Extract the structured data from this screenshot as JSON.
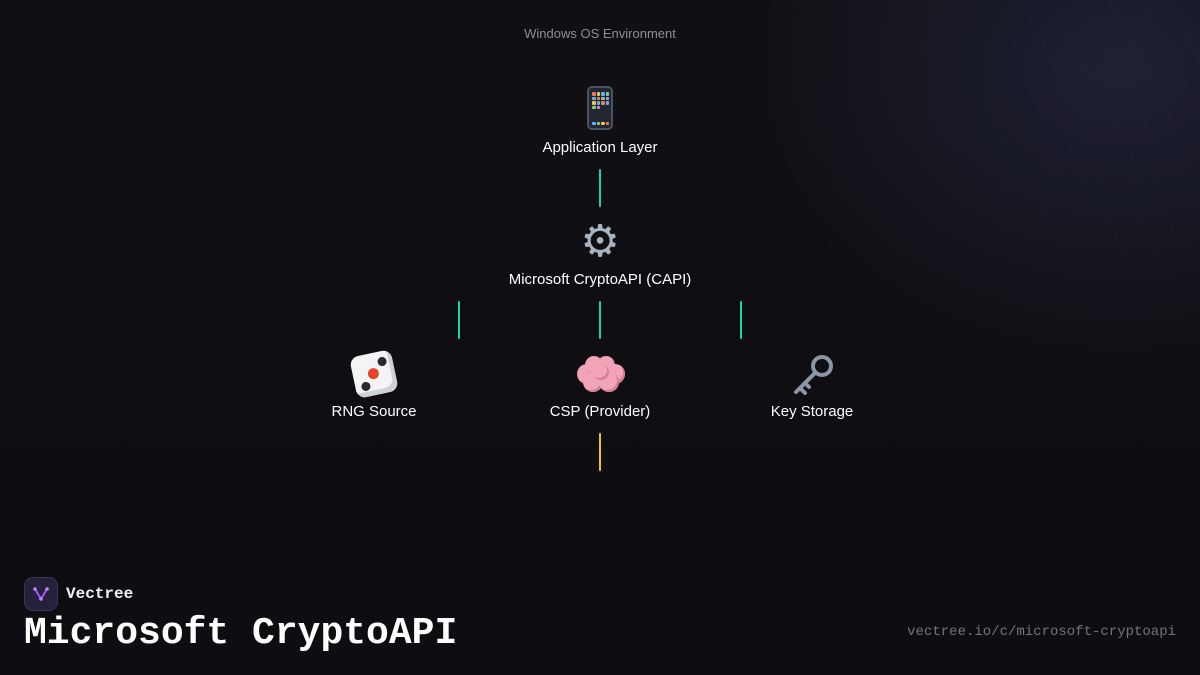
{
  "diagram": {
    "environment_label": "Windows OS Environment",
    "nodes": {
      "application": {
        "label": "Application Layer",
        "icon": "mobile-phone-icon"
      },
      "capi": {
        "label": "Microsoft CryptoAPI (CAPI)",
        "icon": "gear-icon"
      },
      "rng": {
        "label": "RNG Source",
        "icon": "dice-icon"
      },
      "csp": {
        "label": "CSP (Provider)",
        "icon": "brain-icon"
      },
      "key_storage": {
        "label": "Key Storage",
        "icon": "key-icon"
      }
    },
    "connectors": [
      {
        "from": "Application Layer",
        "to": "Microsoft CryptoAPI (CAPI)",
        "color": "#19d4b4"
      },
      {
        "from": "Microsoft CryptoAPI (CAPI)",
        "to": "RNG Source",
        "color": "#19d4b4"
      },
      {
        "from": "Microsoft CryptoAPI (CAPI)",
        "to": "CSP (Provider)",
        "color": "#19d4b4"
      },
      {
        "from": "Microsoft CryptoAPI (CAPI)",
        "to": "Key Storage",
        "color": "#19d4b4"
      },
      {
        "from": "CSP (Provider)",
        "to": "",
        "color": "#f5c31b"
      }
    ]
  },
  "footer": {
    "brand_name": "Vectree",
    "brand_icon": "vectree-logo-icon",
    "title": "Microsoft CryptoAPI",
    "url": "vectree.io/c/microsoft-cryptoapi"
  },
  "colors": {
    "background": "#0f0e13",
    "accent_teal": "#19d4b4",
    "accent_yellow": "#f5c31b",
    "brand_purple": "#a855f7"
  }
}
